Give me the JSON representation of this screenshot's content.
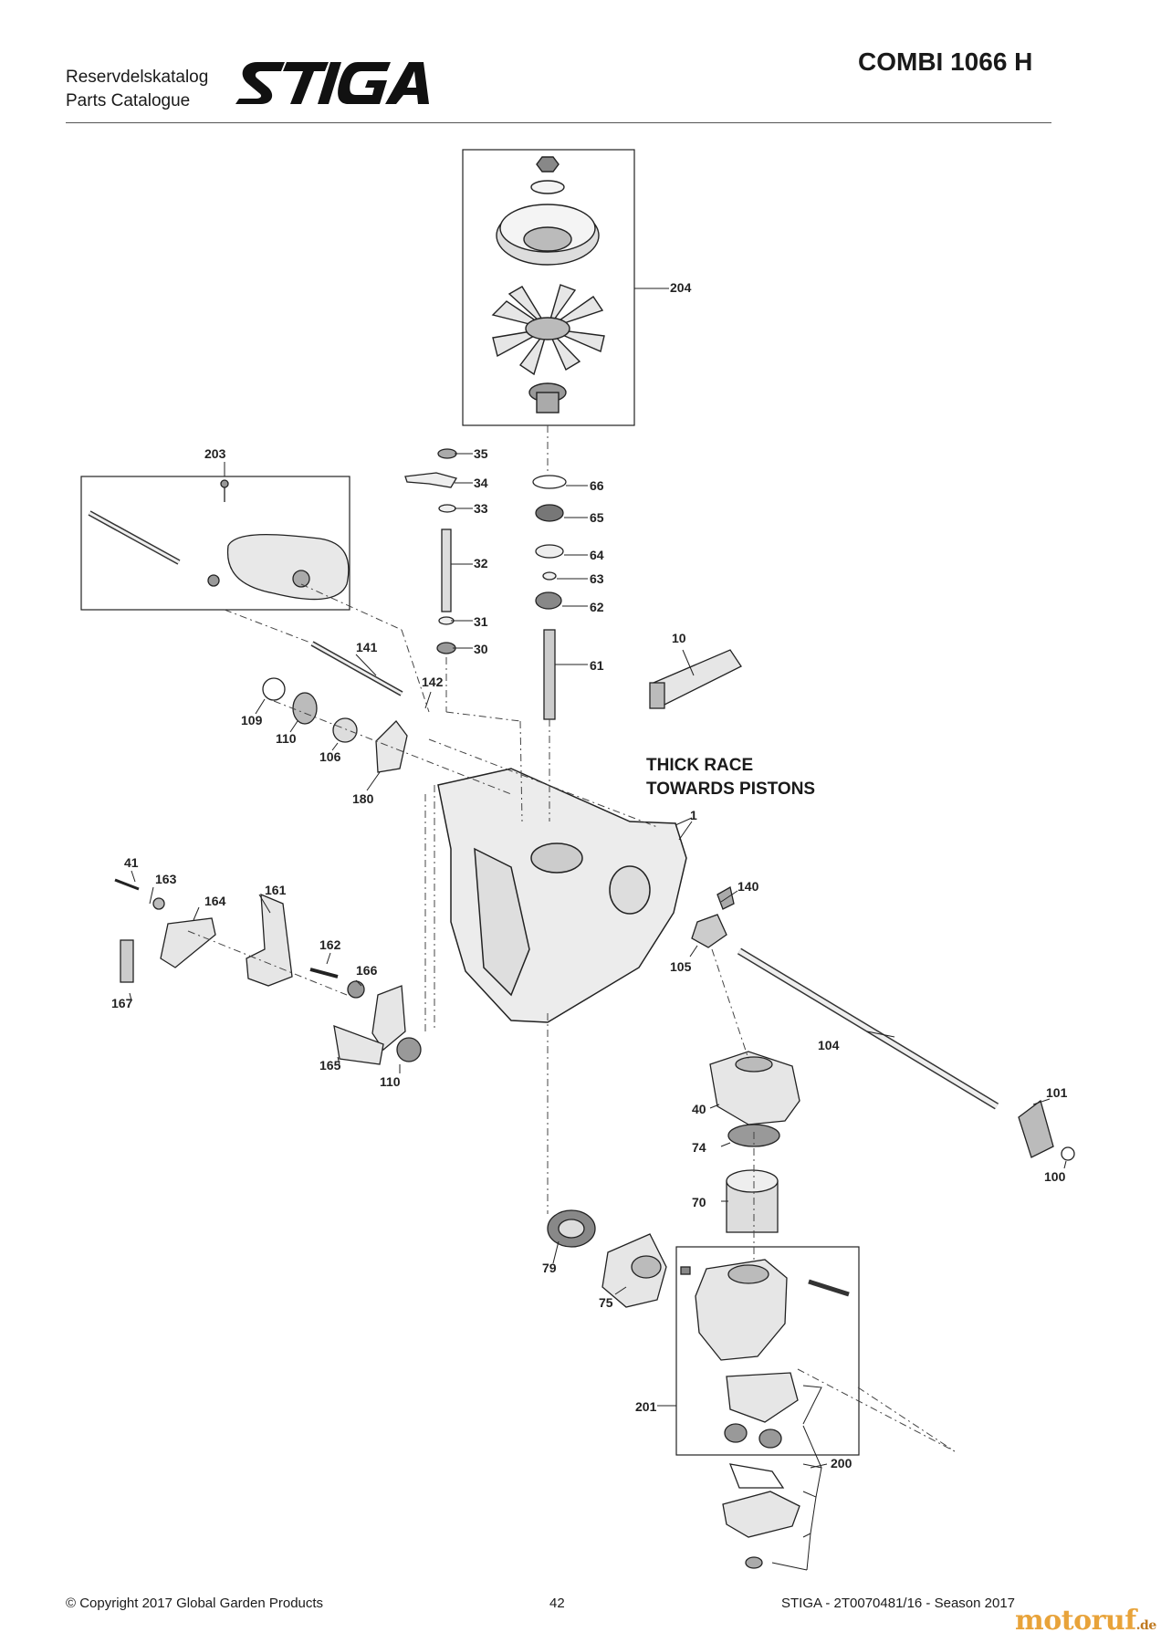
{
  "header": {
    "catalog_line1": "Reservdelskatalog",
    "catalog_line2": "Parts Catalogue",
    "brand": "STIGA",
    "model": "COMBI 1066 H"
  },
  "note": {
    "line1": "THICK RACE",
    "line2": "TOWARDS PISTONS"
  },
  "part_numbers": [
    "204",
    "203",
    "35",
    "34",
    "33",
    "32",
    "31",
    "30",
    "66",
    "65",
    "64",
    "63",
    "62",
    "61",
    "10",
    "141",
    "142",
    "109",
    "110",
    "106",
    "180",
    "1",
    "41",
    "163",
    "164",
    "161",
    "167",
    "162",
    "166",
    "165",
    "110",
    "140",
    "105",
    "104",
    "40",
    "101",
    "100",
    "74",
    "70",
    "79",
    "75",
    "201",
    "200"
  ],
  "footer": {
    "copyright": "© Copyright 2017 Global Garden Products",
    "page": "42",
    "doc_ref": "STIGA - 2T0070481/16 - Season 2017"
  },
  "watermark": {
    "text": "motoruf",
    "suffix": ".de"
  }
}
